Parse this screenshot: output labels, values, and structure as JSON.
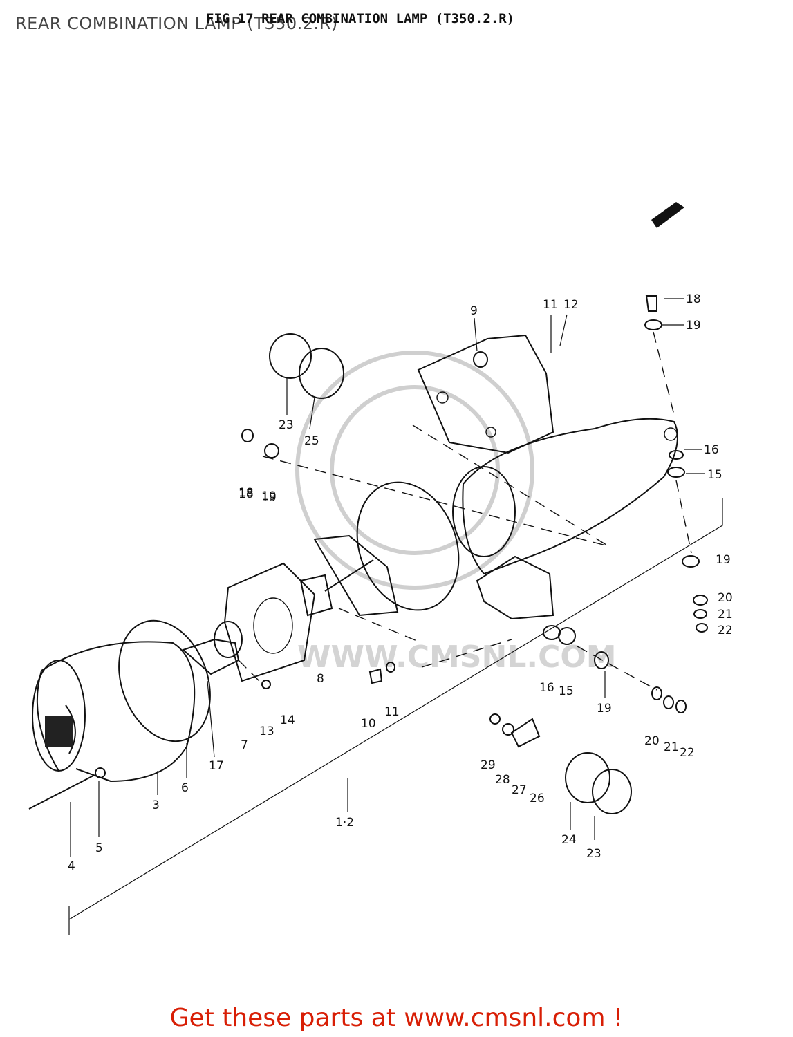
{
  "overlay_title": "REAR COMBINATION LAMP (T350.2.R)",
  "figure_title": "FIG.17  REAR COMBINATION LAMP (T350.2.R)",
  "watermark": "WWW.CMSNL.COM",
  "footer": "Get these parts at www.cmsnl.com !",
  "callouts": [
    "18",
    "19",
    "9",
    "11",
    "12",
    "18",
    "19",
    "16",
    "15",
    "23",
    "25",
    "18",
    "19",
    "19",
    "20",
    "21",
    "22",
    "8",
    "7",
    "13",
    "14",
    "10",
    "11",
    "16",
    "15",
    "19",
    "20",
    "21",
    "22",
    "17",
    "6",
    "3",
    "29",
    "28",
    "27",
    "26",
    "1·2",
    "24",
    "23",
    "4",
    "5"
  ]
}
